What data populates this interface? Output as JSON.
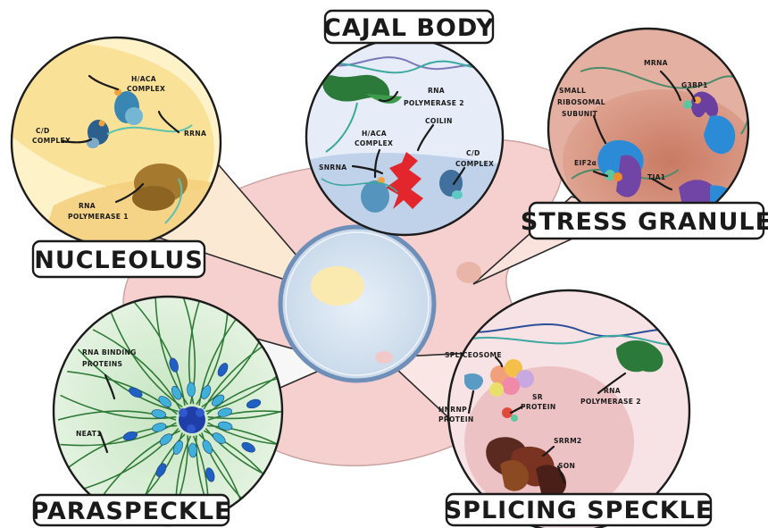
{
  "panels": {
    "cajal": {
      "title": "CAJAL BODY",
      "labels": {
        "rna_pol2": [
          "RNA",
          "POLYMERASE 2"
        ],
        "coilin": "COILIN",
        "haca": [
          "H/ACA",
          "COMPLEX"
        ],
        "snrna": "SNRNA",
        "cd": [
          "C/D",
          "COMPLEX"
        ]
      }
    },
    "nucleolus": {
      "title": "NUCLEOLUS",
      "labels": {
        "haca": [
          "H/ACA",
          "COMPLEX"
        ],
        "cd": [
          "C/D",
          "COMPLEX"
        ],
        "rrna": "RRNA",
        "rna_pol1": [
          "RNA",
          "POLYMERASE 1"
        ]
      }
    },
    "stress": {
      "title": "STRESS GRANULE",
      "labels": {
        "mrna": "MRNA",
        "g3bp1": "G3BP1",
        "small_ribo": [
          "SMALL",
          "RIBOSOMAL",
          "SUBUNIT"
        ],
        "eif2a": "EIF2α",
        "tia1": "TIA1"
      }
    },
    "paraspeckle": {
      "title": "PARASPECKLE",
      "labels": {
        "rbp": [
          "RNA BINDING",
          "PROTEINS"
        ],
        "neat1": "NEAT1"
      }
    },
    "splicing": {
      "title": "SPLICING SPECKLE",
      "labels": {
        "spliceosome": "SPLICEOSOME",
        "hnrnp": [
          "HNRNP",
          "PROTEIN"
        ],
        "sr": [
          "SR",
          "PROTEIN"
        ],
        "rna_pol2": [
          "RNA",
          "POLYMERASE 2"
        ],
        "srrm2": "SRRM2",
        "son": "SON"
      }
    }
  },
  "colors": {
    "cell": "#f6d0cf",
    "nucleus": "#d9e6f2",
    "nucleolus_bg": "#fbeab8",
    "cajal_bg": "#dfe8f6",
    "stress_bg": "#d28b76",
    "paraspeckle_bg": "#d7ecd4",
    "splicing_bg": "#f3dadd"
  }
}
